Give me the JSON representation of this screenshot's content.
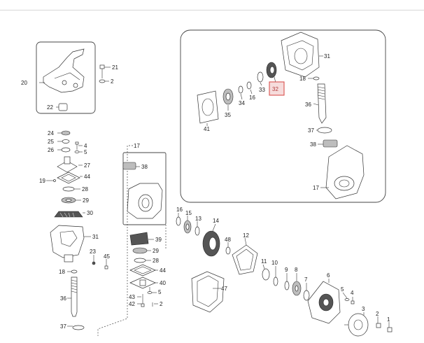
{
  "labels": {
    "20": "20",
    "21": "21",
    "2": "2",
    "22": "22",
    "24": "24",
    "25": "25",
    "26": "26",
    "4": "4",
    "5": "5",
    "27": "27",
    "19": "19",
    "44": "44",
    "28": "28",
    "29": "29",
    "30": "30",
    "31": "31",
    "23": "23",
    "45": "45",
    "18": "18",
    "36": "36",
    "37": "37",
    "17": "17",
    "38": "38",
    "39": "39",
    "40": "40",
    "43": "43",
    "42": "42",
    "16": "16",
    "15": "15",
    "13": "13",
    "14": "14",
    "48": "48",
    "12": "12",
    "11": "11",
    "10": "10",
    "9": "9",
    "8": "8",
    "7": "7",
    "6": "6",
    "47": "47",
    "3": "3",
    "1": "1",
    "41": "41",
    "35": "35",
    "34": "34",
    "33": "33",
    "32": "32"
  },
  "colors": {
    "highlight": "#d9534f",
    "line": "#333333"
  }
}
